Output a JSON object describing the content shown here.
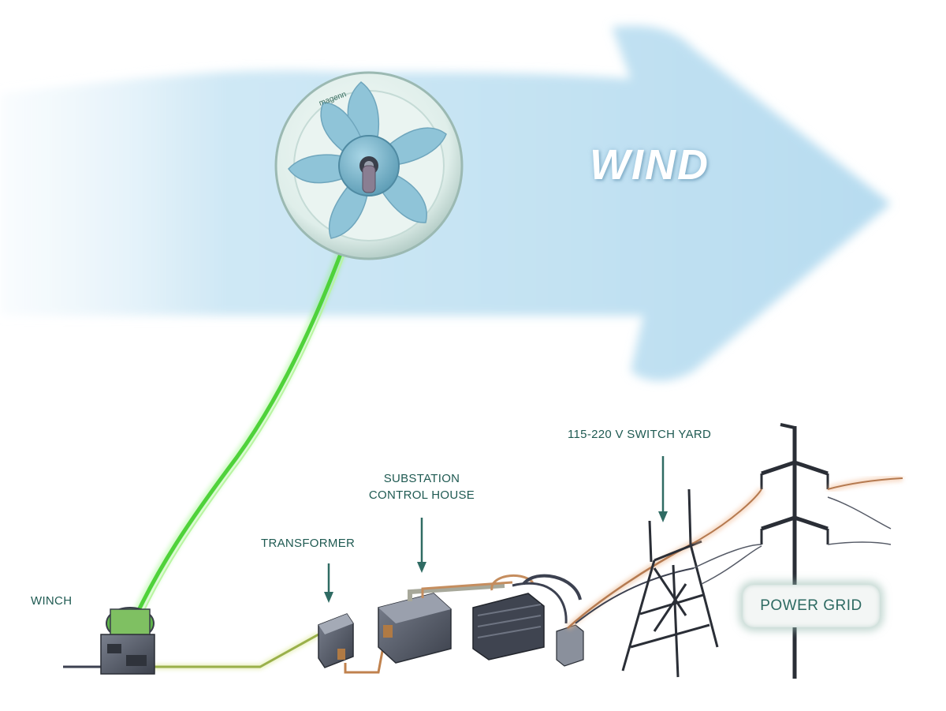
{
  "wind_label": "WIND",
  "turbine_logo": "magenn",
  "labels": {
    "winch": "WINCH",
    "transformer": "TRANSFORMER",
    "substation_line1": "SUBSTATION",
    "substation_line2": "CONTROL HOUSE",
    "switch_yard": "115-220 V  SWITCH  YARD",
    "power_grid": "POWER GRID"
  },
  "colors": {
    "wind_arrow": "#bfe0f2",
    "tether": "#5fe04a",
    "label_text": "#1f5a52",
    "pointer_arrow": "#2f6b63",
    "equipment": "#4a4f5c",
    "power_line_glow": "#f0b890"
  }
}
